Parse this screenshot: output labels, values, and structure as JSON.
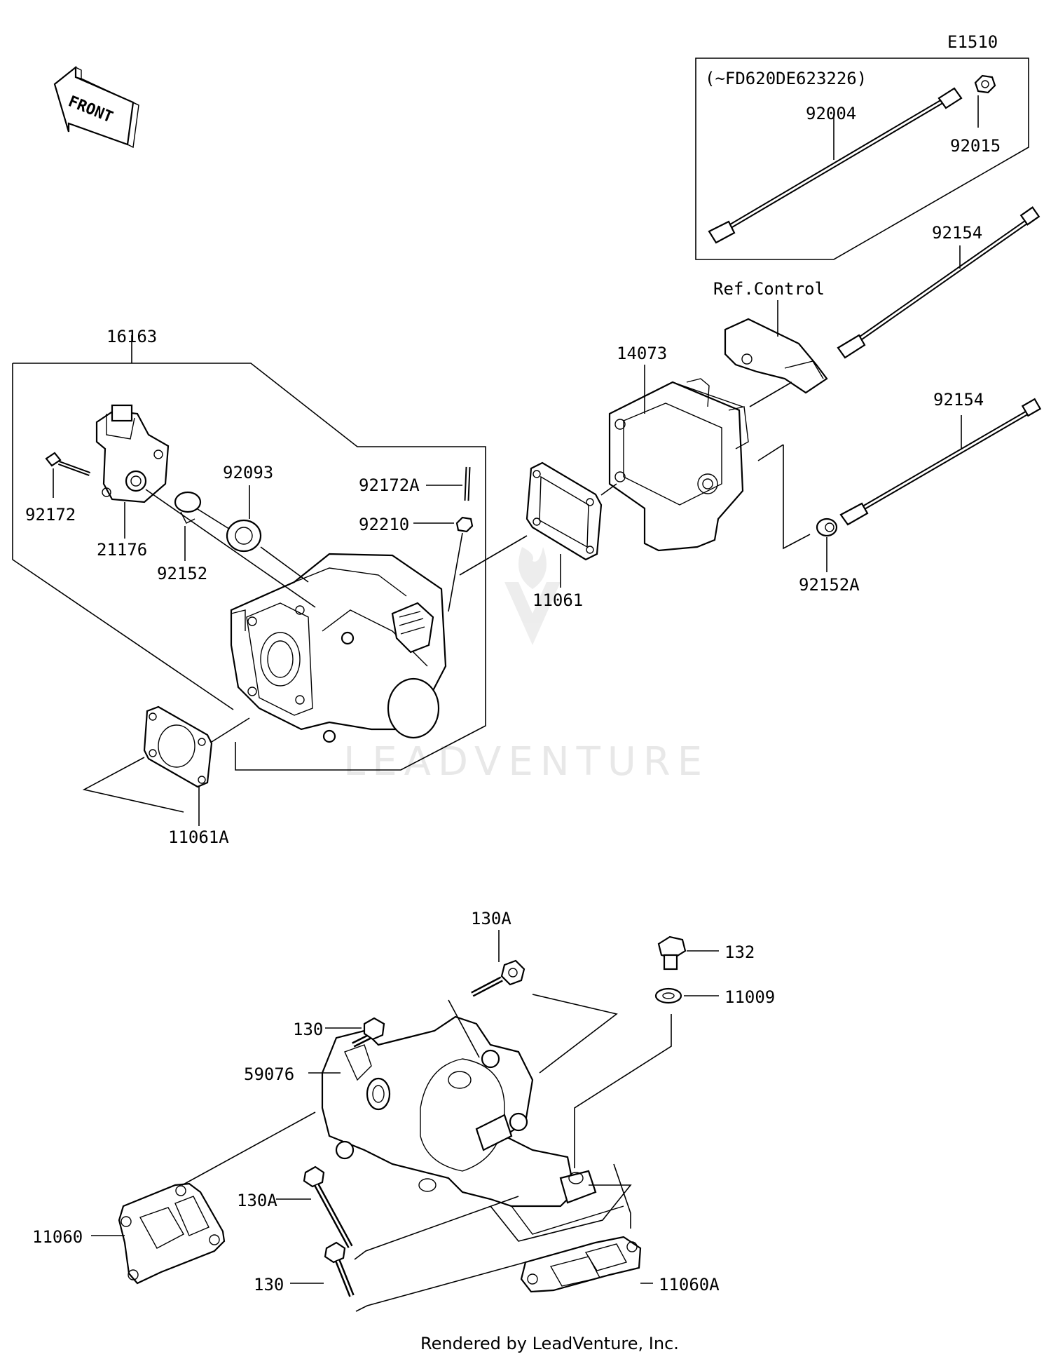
{
  "diagram_code": "E1510",
  "serial_note": "(~FD620DE623226)",
  "front_arrow": {
    "text": "FRONT",
    "icon": "front-arrow-icon"
  },
  "ref_control": "Ref.Control",
  "watermark": "LEADVENTURE",
  "footer": "Rendered by LeadVenture, Inc.",
  "labels": {
    "p92004": "92004",
    "p92015": "92015",
    "p92154a": "92154",
    "p92154b": "92154",
    "p92152A": "92152A",
    "p14073": "14073",
    "p16163": "16163",
    "p92172": "92172",
    "p21176": "21176",
    "p92152": "92152",
    "p92093": "92093",
    "p92172A": "92172A",
    "p92210": "92210",
    "p11061": "11061",
    "p11061A": "11061A",
    "p130A_top": "130A",
    "p132": "132",
    "p11009": "11009",
    "p130_top": "130",
    "p59076": "59076",
    "p11060": "11060",
    "p130A_bot": "130A",
    "p130_bot": "130",
    "p11060A": "11060A"
  }
}
